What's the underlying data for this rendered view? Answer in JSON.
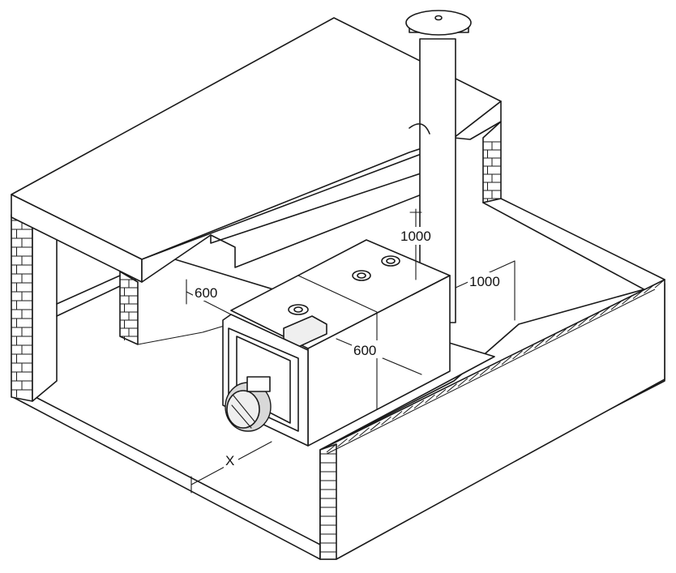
{
  "dimensions": {
    "left_clearance": "600",
    "front_clearance": "600",
    "top_clearance": "1000",
    "rear_clearance": "1000",
    "front_distance": "X"
  }
}
